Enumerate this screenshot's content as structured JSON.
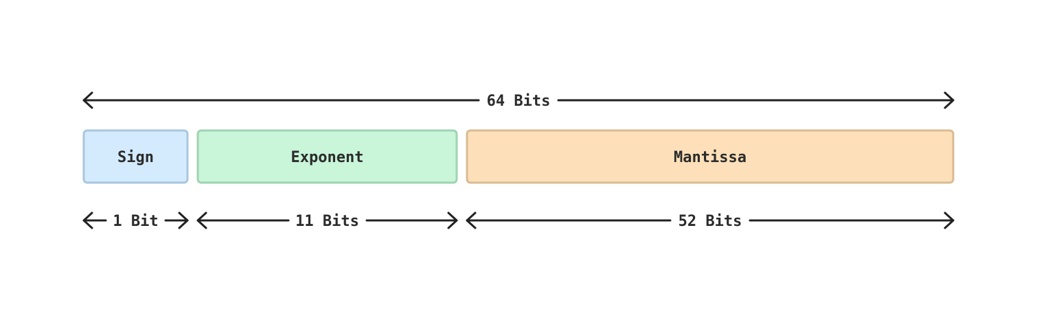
{
  "total": {
    "label": "64 Bits"
  },
  "fields": [
    {
      "name": "Sign",
      "bits_label": "1 Bit",
      "bits": 1,
      "fill": "#d3ebfd",
      "stroke": "#a9c6dd"
    },
    {
      "name": "Exponent",
      "bits_label": "11 Bits",
      "bits": 11,
      "fill": "#c9f5d9",
      "stroke": "#9fd4b1"
    },
    {
      "name": "Mantissa",
      "bits_label": "52 Bits",
      "bits": 52,
      "fill": "#fde0b9",
      "stroke": "#d9bb93"
    }
  ]
}
